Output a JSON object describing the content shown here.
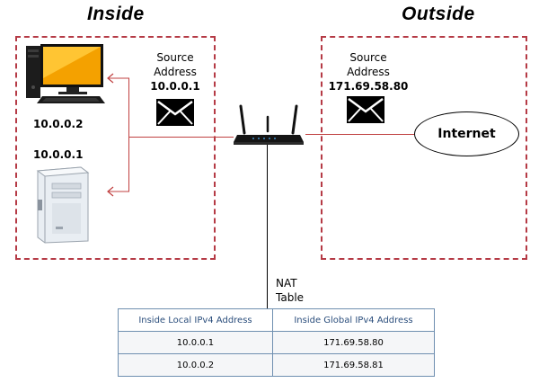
{
  "titles": {
    "inside": "Inside",
    "outside": "Outside"
  },
  "inside": {
    "envelope_label": {
      "line1": "Source",
      "line2": "Address",
      "line3": "10.0.0.1"
    },
    "hosts": [
      {
        "name": "10.0.0.2",
        "device": "desktop-computer-icon"
      },
      {
        "name": "10.0.0.1",
        "device": "server-icon"
      }
    ]
  },
  "outside": {
    "envelope_label": {
      "line1": "Source",
      "line2": "Address",
      "line3": "171.69.58.80"
    },
    "internet": "Internet"
  },
  "nat": {
    "title_line1": "NAT",
    "title_line2": "Table",
    "headers": [
      "Inside Local IPv4 Address",
      "Inside Global IPv4 Address"
    ],
    "rows": [
      [
        "10.0.0.1",
        "171.69.58.80"
      ],
      [
        "10.0.0.2",
        "171.69.58.81"
      ]
    ]
  },
  "colors": {
    "zone_border": "#b53a45",
    "wire": "#c04040",
    "nat_link": "#000000",
    "table_header": "#2b4e7c"
  }
}
